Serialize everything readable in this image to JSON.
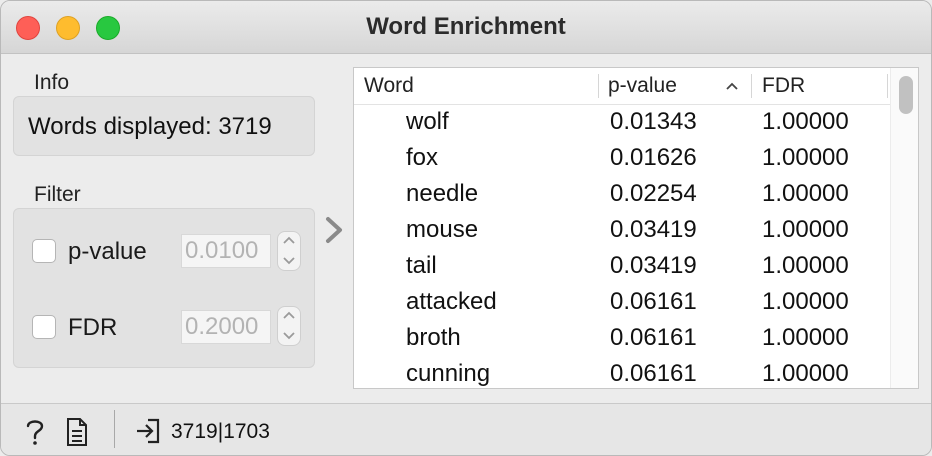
{
  "window": {
    "title": "Word Enrichment"
  },
  "info": {
    "label": "Info",
    "words_displayed": "Words displayed: 3719"
  },
  "filter": {
    "label": "Filter",
    "pvalue": {
      "label": "p-value",
      "checked": false,
      "value": "0.0100"
    },
    "fdr": {
      "label": "FDR",
      "checked": false,
      "value": "0.2000"
    }
  },
  "table": {
    "columns": [
      "Word",
      "p-value",
      "FDR"
    ],
    "sort_column": "p-value",
    "sort_direction": "ascending",
    "rows": [
      {
        "word": "wolf",
        "p": "0.01343",
        "fdr": "1.00000"
      },
      {
        "word": "fox",
        "p": "0.01626",
        "fdr": "1.00000"
      },
      {
        "word": "needle",
        "p": "0.02254",
        "fdr": "1.00000"
      },
      {
        "word": "mouse",
        "p": "0.03419",
        "fdr": "1.00000"
      },
      {
        "word": "tail",
        "p": "0.03419",
        "fdr": "1.00000"
      },
      {
        "word": "attacked",
        "p": "0.06161",
        "fdr": "1.00000"
      },
      {
        "word": "broth",
        "p": "0.06161",
        "fdr": "1.00000"
      },
      {
        "word": "cunning",
        "p": "0.06161",
        "fdr": "1.00000"
      }
    ]
  },
  "statusbar": {
    "summary": "3719|1703",
    "icons": [
      "help-icon",
      "report-icon",
      "input-icon"
    ]
  },
  "colors": {
    "close": "#fe5f57",
    "minimize": "#febc2e",
    "maximize": "#28c840"
  }
}
